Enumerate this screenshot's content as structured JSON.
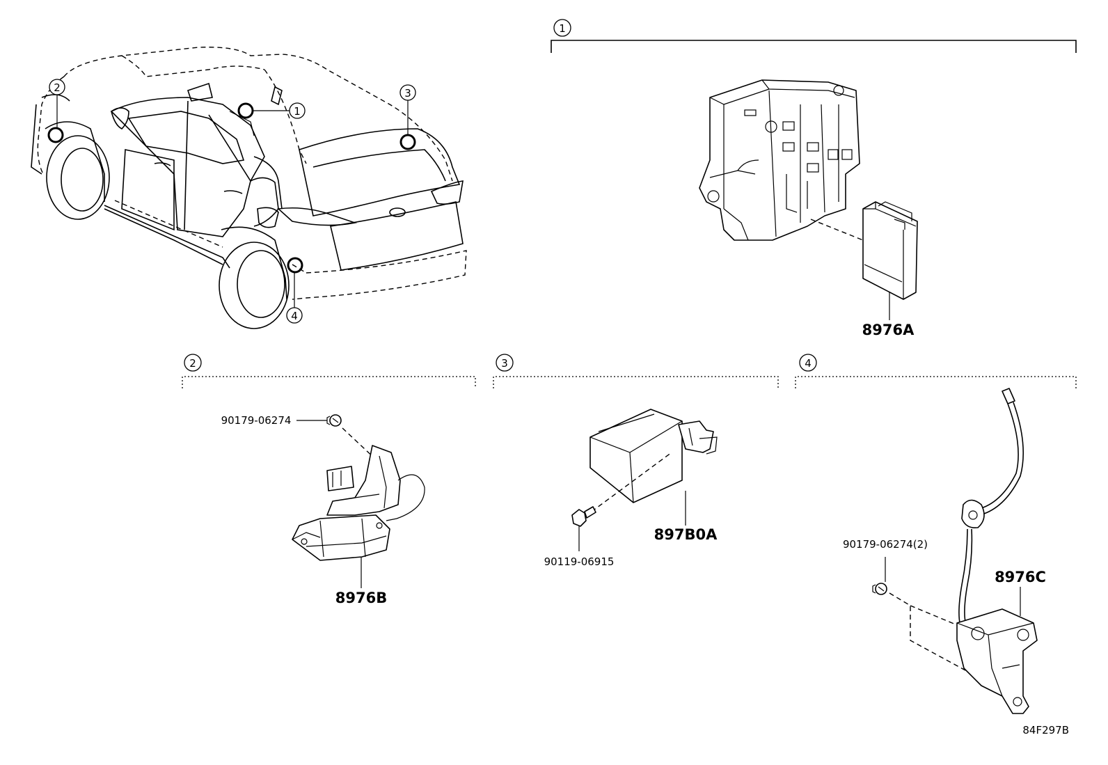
{
  "diagram": {
    "callouts": [
      "1",
      "2",
      "3",
      "4"
    ],
    "parts": {
      "main_module": "8976A",
      "left_sensor": "8976B",
      "roof_unit": "897B0A",
      "right_sensor": "8976C",
      "bolt_left": "90179-06274",
      "screw_center": "90119-06915",
      "bolt_right": "90179-06274(2)"
    },
    "reference_code": "84F297B"
  }
}
